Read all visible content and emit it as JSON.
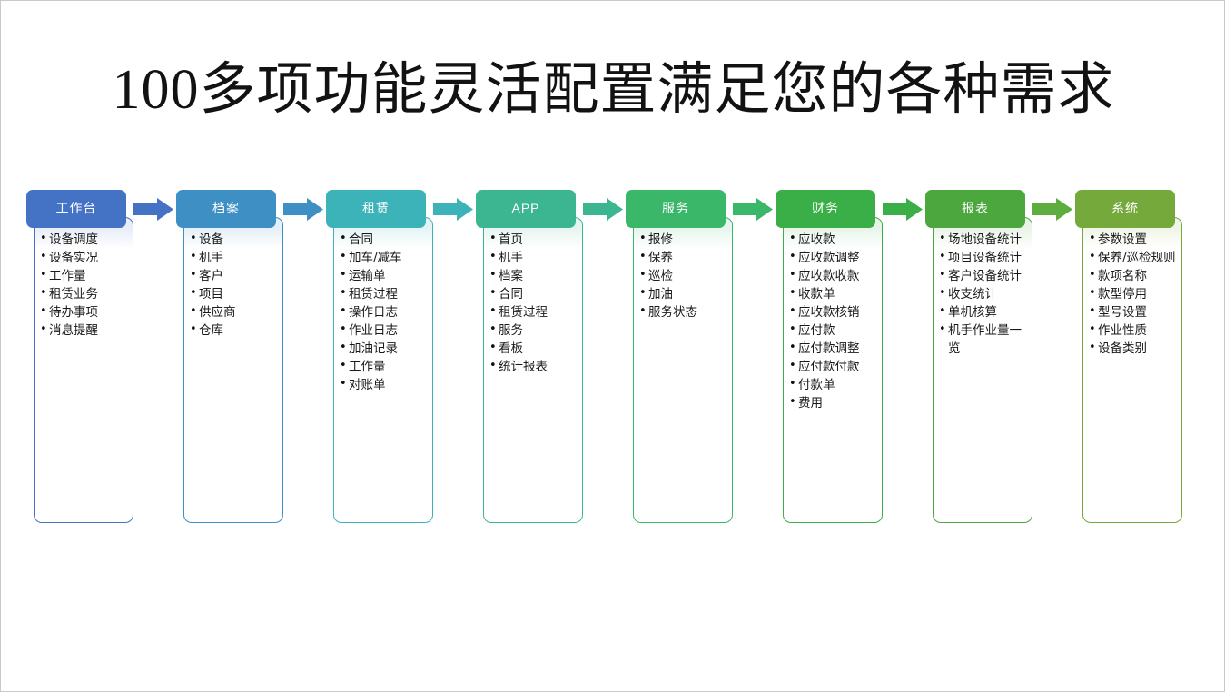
{
  "slide": {
    "title": "100多项功能灵活配置满足您的各种需求",
    "background": "#ffffff",
    "border_color": "#c9c9c9"
  },
  "arrow_icon": "right-arrow-icon",
  "columns": [
    {
      "key": "workbench",
      "header": "工作台",
      "color": "#4472C4",
      "tint": "#e8edf8",
      "arrow_color": "#4472C4",
      "items": [
        "设备调度",
        "设备实况",
        "工作量",
        "租赁业务",
        "待办事项",
        "消息提醒"
      ]
    },
    {
      "key": "archive",
      "header": "档案",
      "color": "#3E8FC4",
      "tint": "#e6f0f8",
      "arrow_color": "#3E8FC4",
      "items": [
        "设备",
        "机手",
        "客户",
        "项目",
        "供应商",
        "仓库"
      ]
    },
    {
      "key": "leasing",
      "header": "租赁",
      "color": "#3BB3B8",
      "tint": "#e5f5f5",
      "arrow_color": "#3BB3B8",
      "items": [
        "合同",
        "加车/减车",
        "运输单",
        "租赁过程",
        "操作日志",
        "作业日志",
        "加油记录",
        "工作量",
        "对账单"
      ]
    },
    {
      "key": "app",
      "header": "APP",
      "color": "#3CB591",
      "tint": "#e6f5f0",
      "arrow_color": "#3CB591",
      "items": [
        "首页",
        "机手",
        "档案",
        "合同",
        "租赁过程",
        "服务",
        "看板",
        "统计报表"
      ]
    },
    {
      "key": "service",
      "header": "服务",
      "color": "#3BB76A",
      "tint": "#e6f6ec",
      "arrow_color": "#3BB76A",
      "items": [
        "报修",
        "保养",
        "巡检",
        "加油",
        "服务状态"
      ]
    },
    {
      "key": "finance",
      "header": "财务",
      "color": "#3BAF47",
      "tint": "#e7f5e9",
      "arrow_color": "#3BAF47",
      "items": [
        "应收款",
        "应收款调整",
        "应收款收款",
        "收款单",
        "应收款核销",
        "应付款",
        "应付款调整",
        "应付款付款",
        "付款单",
        "费用"
      ]
    },
    {
      "key": "reports",
      "header": "报表",
      "color": "#4CA73F",
      "tint": "#eaf4e7",
      "arrow_color": "#5FAD3E",
      "items": [
        "场地设备统计",
        "项目设备统计",
        "客户设备统计",
        "收支统计",
        "单机核算",
        "机手作业量一览"
      ]
    },
    {
      "key": "system",
      "header": "系统",
      "color": "#76A93C",
      "tint": "#eff5e7",
      "arrow_color": "#76A93C",
      "items": [
        "参数设置",
        "保养/巡检规则",
        "款项名称",
        "款型停用",
        "型号设置",
        "作业性质",
        "设备类别"
      ]
    }
  ]
}
